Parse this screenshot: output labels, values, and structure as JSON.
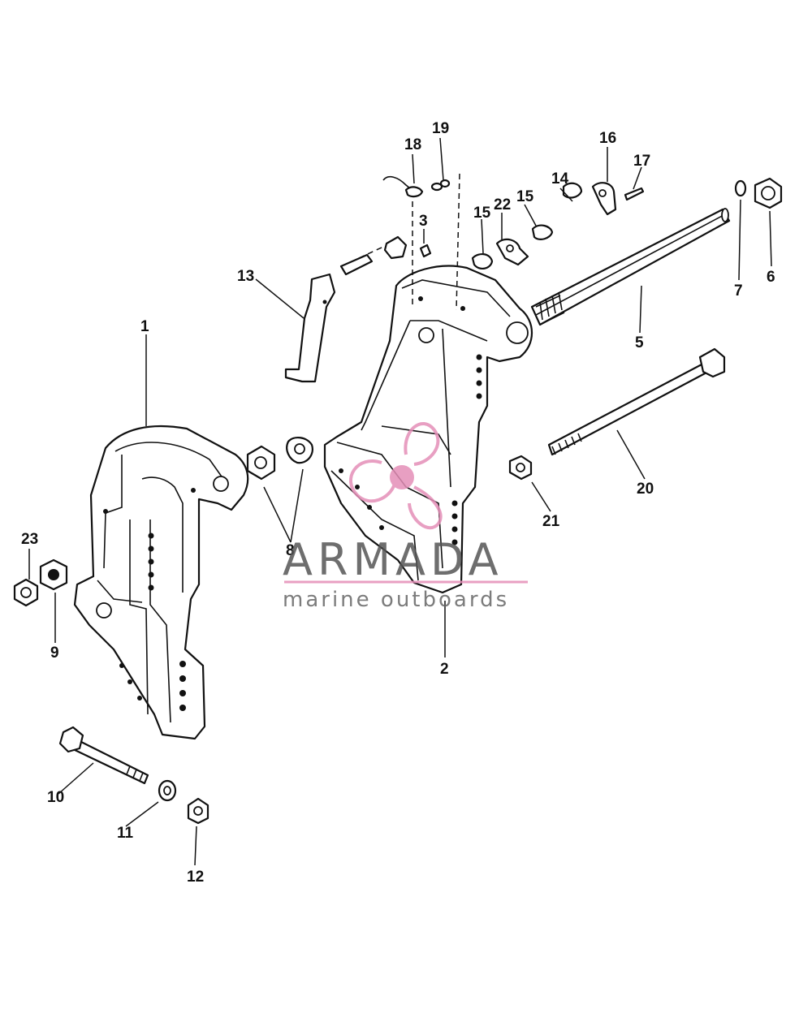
{
  "watermark": {
    "brand": "ARMADA",
    "tagline": "marine outboards",
    "accent_color": "#e58fb8"
  },
  "callouts": [
    "1",
    "2",
    "3",
    "5",
    "6",
    "7",
    "8",
    "9",
    "10",
    "11",
    "12",
    "13",
    "14",
    "15",
    "15",
    "16",
    "17",
    "18",
    "19",
    "20",
    "21",
    "22",
    "23"
  ]
}
